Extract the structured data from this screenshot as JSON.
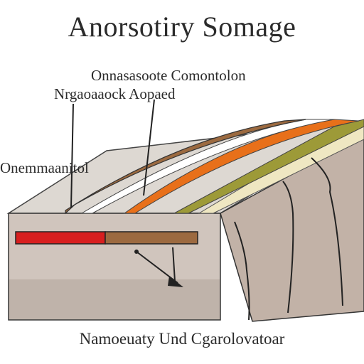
{
  "title": "Anorsotiry Somage",
  "labels": {
    "top": "Onnasasoote Comontolon",
    "second": "Nrgaoaaock Aopaed",
    "left": "Onemmaanitol",
    "bottom": "Namoeuaty Und Cgarolovatoar"
  },
  "colors": {
    "block_front": "#d0c5bd",
    "block_front_lower": "#bfb3aa",
    "block_side": "#c2b2a7",
    "block_top": "#ddd8d2",
    "layer_brown": "#9c6a40",
    "layer_white": "#ffffff",
    "layer_orange": "#e8701a",
    "layer_olive": "#9d9a38",
    "layer_cream": "#efe7c2",
    "bar_red": "#d81f1f",
    "bar_brown": "#9c6a40",
    "outline": "#222222"
  }
}
